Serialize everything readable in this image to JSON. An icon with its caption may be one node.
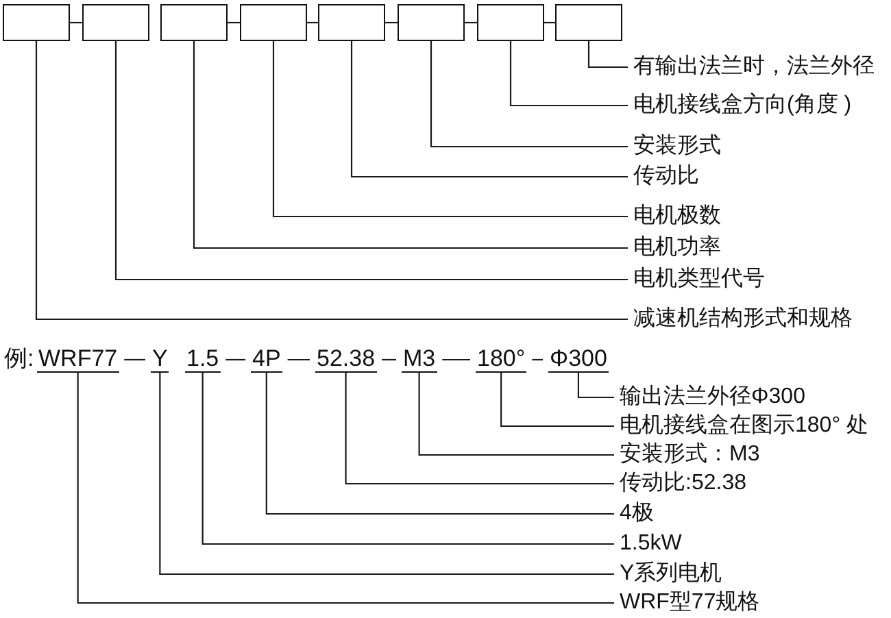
{
  "diagram": {
    "nodes": [
      {
        "text": [],
        "shape": "box"
      },
      {
        "text": [],
        "shape": "box"
      },
      {
        "text": [],
        "shape": "box"
      },
      {
        "text": [],
        "shape": "box"
      },
      {
        "text": [],
        "shape": "box"
      },
      {
        "text": [],
        "shape": "box"
      },
      {
        "text": [],
        "shape": "box"
      },
      {
        "text": [],
        "shape": "box"
      },
      {
        "text": [
          "有输出法兰时，法兰外径"
        ]
      },
      {
        "text": [
          "电机接线盒方向(角度 )"
        ]
      },
      {
        "text": [
          "安装形式"
        ]
      },
      {
        "text": [
          "传动比"
        ]
      },
      {
        "text": [
          "电机极数"
        ]
      },
      {
        "text": [
          "电机功率"
        ]
      },
      {
        "text": [
          "电机类型代号"
        ]
      },
      {
        "text": [
          "减速机结构形式和规格"
        ]
      },
      {
        "text": [
          "WRF77"
        ]
      },
      {
        "text": [
          "Y"
        ]
      },
      {
        "text": [
          "1.5"
        ]
      },
      {
        "text": [
          "4P"
        ]
      },
      {
        "text": [
          "52.38"
        ]
      },
      {
        "text": [
          "M3"
        ]
      },
      {
        "text": [
          "180°"
        ]
      },
      {
        "text": [
          "Φ300"
        ]
      },
      {
        "text": [
          "输出法兰外径Φ300"
        ]
      },
      {
        "text": [
          "电机接线盒在图示180° 处"
        ]
      },
      {
        "text": [
          "安装形式：M3"
        ]
      },
      {
        "text": [
          "传动比:52.38"
        ]
      },
      {
        "text": [
          "4极"
        ]
      },
      {
        "text": [
          "1.5kW"
        ]
      },
      {
        "text": [
          "Y系列电机"
        ]
      },
      {
        "text": [
          "WRF型77规格"
        ]
      }
    ],
    "edges": [
      {
        "from": 0,
        "to": 1,
        "arrow": "none"
      },
      {
        "from": 2,
        "to": 3,
        "arrow": "none"
      },
      {
        "from": 3,
        "to": 4,
        "arrow": "none"
      },
      {
        "from": 4,
        "to": 5,
        "arrow": "none"
      },
      {
        "from": 5,
        "to": 6,
        "arrow": "none"
      },
      {
        "from": 6,
        "to": 7,
        "arrow": "none"
      },
      {
        "from": 7,
        "to": 8,
        "arrow": "none"
      },
      {
        "from": 6,
        "to": 9,
        "arrow": "none"
      },
      {
        "from": 5,
        "to": 10,
        "arrow": "none"
      },
      {
        "from": 4,
        "to": 11,
        "arrow": "none"
      },
      {
        "from": 3,
        "to": 12,
        "arrow": "none"
      },
      {
        "from": 2,
        "to": 13,
        "arrow": "none"
      },
      {
        "from": 1,
        "to": 14,
        "arrow": "none"
      },
      {
        "from": 0,
        "to": 15,
        "arrow": "none"
      },
      {
        "from": 16,
        "to": 17,
        "arrow": "none"
      },
      {
        "from": 18,
        "to": 19,
        "arrow": "none"
      },
      {
        "from": 19,
        "to": 20,
        "arrow": "none"
      },
      {
        "from": 20,
        "to": 21,
        "arrow": "none"
      },
      {
        "from": 21,
        "to": 22,
        "arrow": "none"
      },
      {
        "from": 22,
        "to": 23,
        "arrow": "none"
      },
      {
        "from": 23,
        "to": 24,
        "arrow": "none"
      },
      {
        "from": 22,
        "to": 25,
        "arrow": "none"
      },
      {
        "from": 21,
        "to": 26,
        "arrow": "none"
      },
      {
        "from": 20,
        "to": 27,
        "arrow": "none"
      },
      {
        "from": 19,
        "to": 28,
        "arrow": "none"
      },
      {
        "from": 18,
        "to": 29,
        "arrow": "none"
      },
      {
        "from": 17,
        "to": 30,
        "arrow": "none"
      },
      {
        "from": 16,
        "to": 31,
        "arrow": "none"
      }
    ],
    "labels": [
      "例:"
    ]
  }
}
